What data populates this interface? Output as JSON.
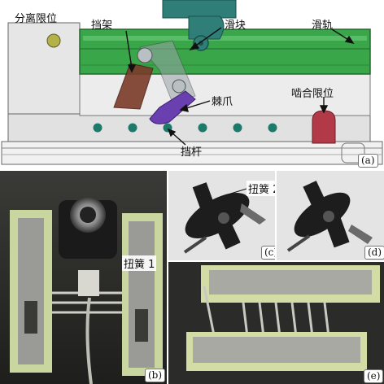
{
  "panel_a": {
    "labels": {
      "separation_limit": "分离限位",
      "stopper_frame": "挡架",
      "slider": "滑块",
      "slide_rail": "滑轨",
      "ratchet_pawl": "棘爪",
      "engagement_limit": "啮合限位",
      "stop_rod": "挡杆"
    },
    "tag": "(a)"
  },
  "panel_b": {
    "label": "扭簧 1",
    "tag": "(b)"
  },
  "panel_c": {
    "label": "扭簧 2",
    "tag": "(c)"
  },
  "panel_d": {
    "tag": "(d)"
  },
  "panel_e": {
    "tag": "(e)"
  },
  "colors": {
    "rail_green": "#3aa64a",
    "slider_teal": "#2f7f78",
    "pawl_purple": "#6a3fb0",
    "stopper_brown": "#7a3b2a",
    "engage_red": "#b23a48",
    "limit_olive": "#b3b24a",
    "dot_teal": "#1d7a6b"
  }
}
